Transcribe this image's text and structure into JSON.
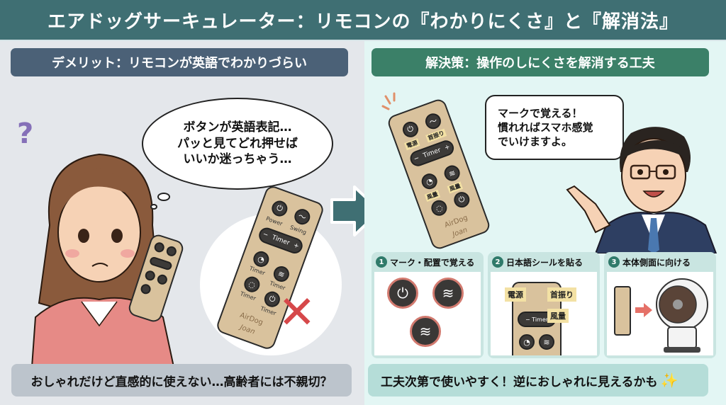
{
  "title": "エアドッグサーキュレーター：リモコンの『わかりにくさ』と『解消法』",
  "left": {
    "heading": "デメリット：リモコンが英語でわかりづらい",
    "thought_lines": [
      "ボタンが英語表記…",
      "パッと見てどれ押せば",
      "いいか迷っちゃう…"
    ],
    "question_mark": "?",
    "remote": {
      "labels": [
        "Power",
        "Swing",
        "Timer",
        "Timer",
        "Timer",
        "Timer"
      ],
      "timer_bar": "Timer",
      "minus": "−",
      "plus": "+",
      "brand_line1": "AirDog",
      "brand_line2": "Joan"
    },
    "x_mark": "✕",
    "footer": "おしゃれだけど直感的に使えない…高齢者には不親切？"
  },
  "right": {
    "heading": "解決策：操作のしにくさを解消する工夫",
    "speech_lines": [
      "マークで覚える！",
      "慣れればスマホ感覚",
      "でいけますよ。"
    ],
    "remote": {
      "tags": [
        "電源",
        "首振り",
        "風量",
        "風量"
      ],
      "timer_bar": "Timer",
      "minus": "−",
      "plus": "+",
      "brand_line1": "AirDog",
      "brand_line2": "Joan"
    },
    "steps": [
      {
        "num": "1",
        "label": "マーク・配置で覚える"
      },
      {
        "num": "2",
        "label": "日本語シールを貼る",
        "stickers": [
          "電源",
          "首振り",
          "風量"
        ],
        "timer": "− Timer"
      },
      {
        "num": "3",
        "label": "本体側面に向ける"
      }
    ],
    "footer": "工夫次第で使いやすく！逆におしゃれに見えるかも",
    "footer_icon": "✨"
  },
  "colors": {
    "title_bg": "#3f6f73",
    "left_heading_bg": "#4b6177",
    "right_heading_bg": "#3b8068",
    "arrow": "#3f6f73",
    "x_mark": "#d6484a",
    "remote_body": "#d9c29d"
  }
}
